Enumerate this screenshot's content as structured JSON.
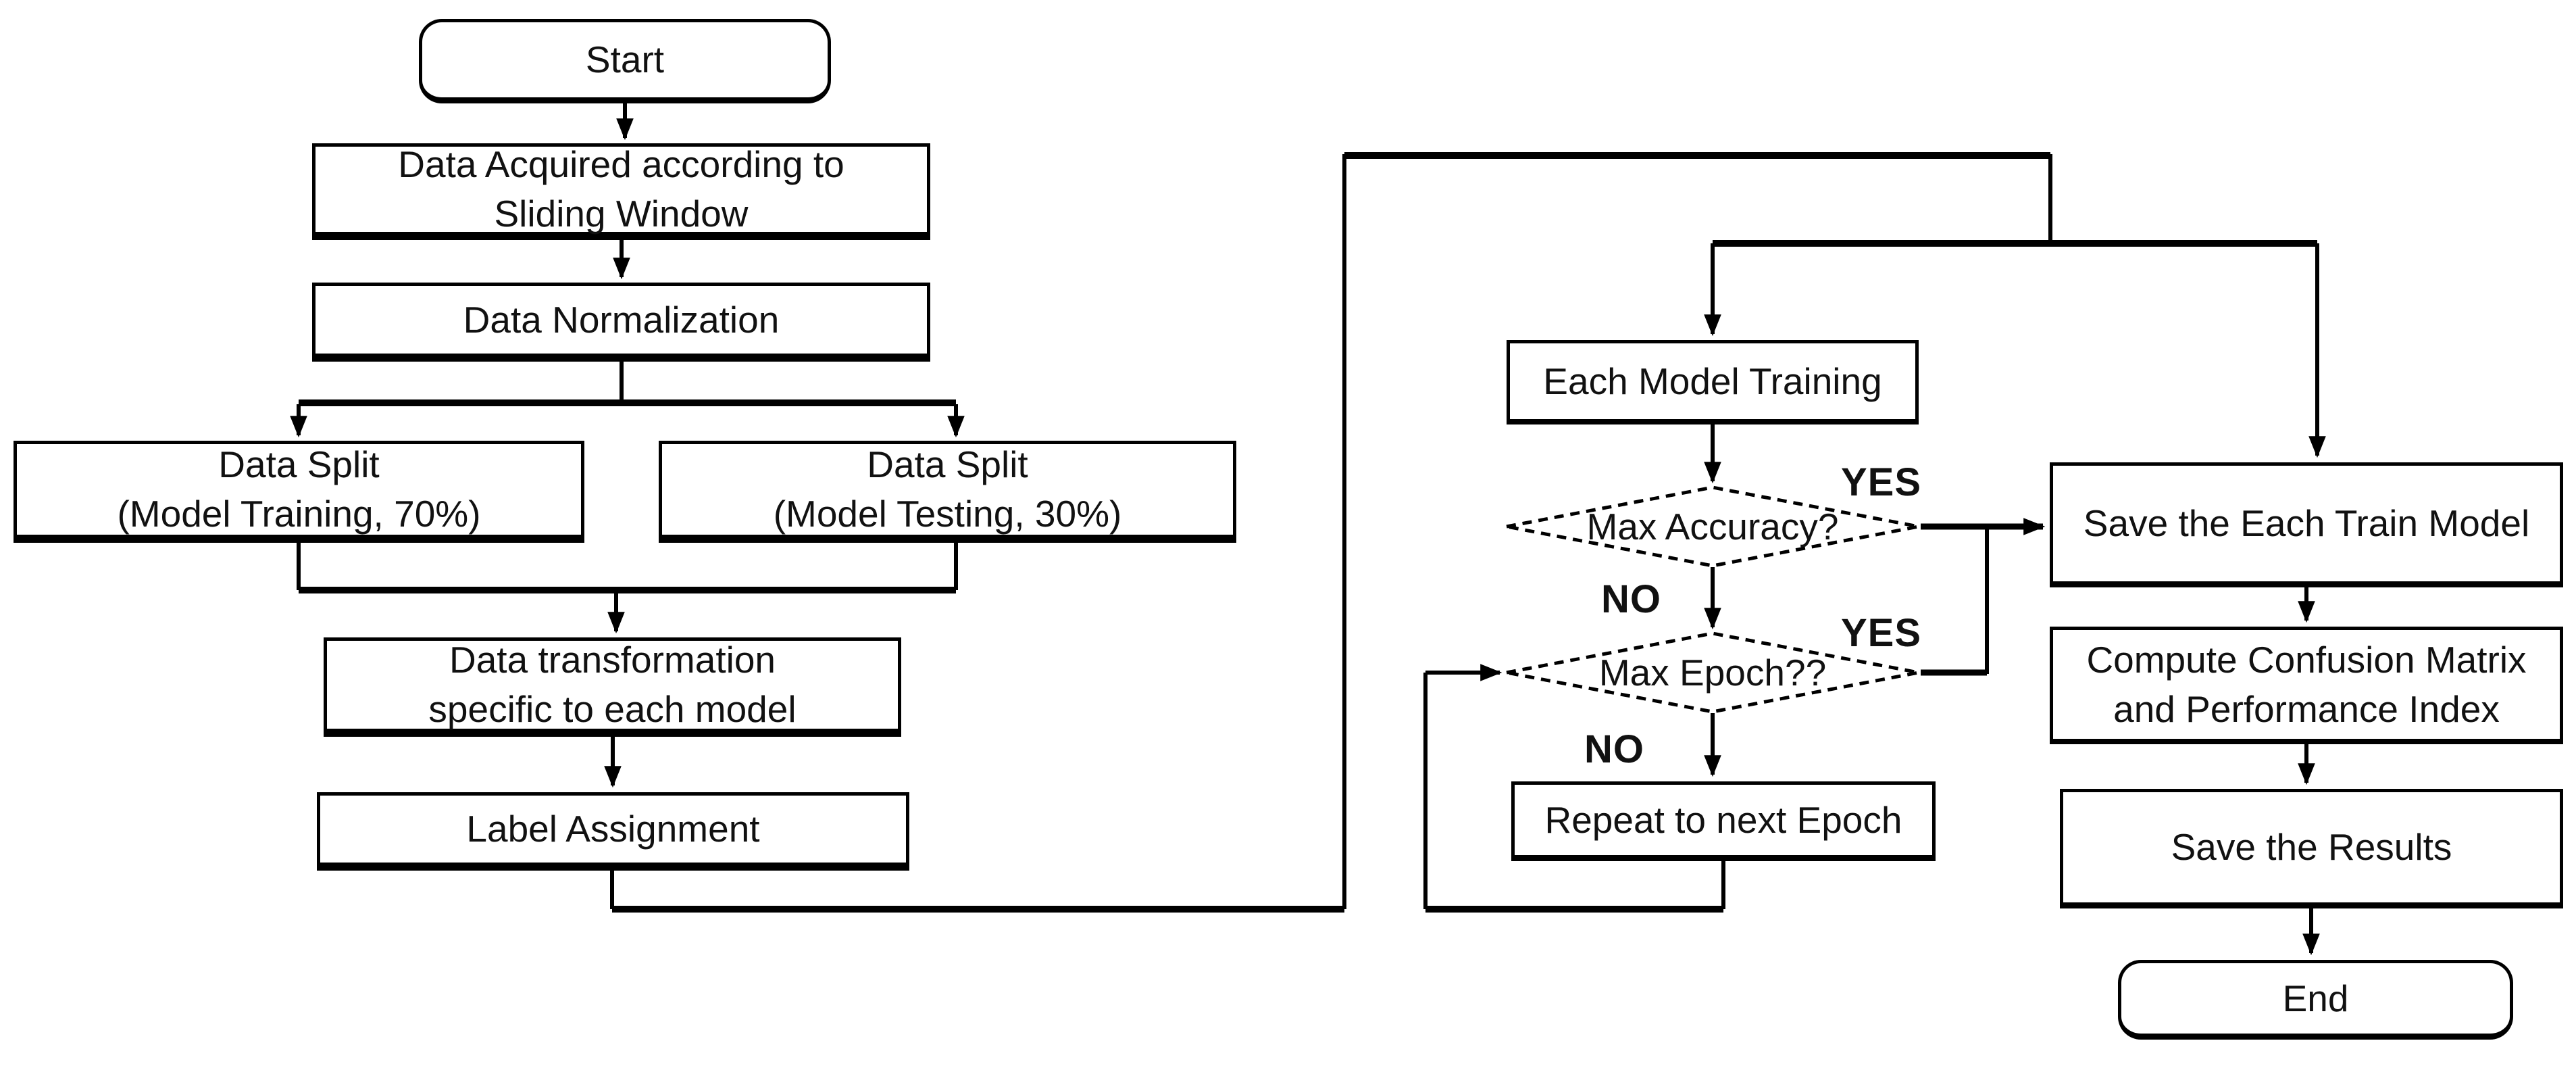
{
  "diagram": {
    "background": "#ffffff",
    "line_color": "#000000",
    "nodes": {
      "start": {
        "label": "Start",
        "shape": "terminator"
      },
      "acquire": {
        "label": "Data Acquired according to\nSliding Window",
        "shape": "process"
      },
      "normalize": {
        "label": "Data Normalization",
        "shape": "process"
      },
      "split_train": {
        "label": "Data Split\n(Model Training, 70%)",
        "shape": "process"
      },
      "split_test": {
        "label": "Data Split\n(Model Testing, 30%)",
        "shape": "process"
      },
      "transform": {
        "label": "Data transformation\nspecific to each model",
        "shape": "process"
      },
      "label_assign": {
        "label": "Label Assignment",
        "shape": "process"
      },
      "each_training": {
        "label": "Each Model Training",
        "shape": "process"
      },
      "max_accuracy": {
        "label": "Max Accuracy?",
        "shape": "decision"
      },
      "max_epoch": {
        "label": "Max Epoch??",
        "shape": "decision"
      },
      "repeat_epoch": {
        "label": "Repeat to next Epoch",
        "shape": "process"
      },
      "save_model": {
        "label": "Save the Each Train Model",
        "shape": "process"
      },
      "compute_metrics": {
        "label": "Compute Confusion Matrix\nand Performance Index",
        "shape": "process"
      },
      "save_results": {
        "label": "Save the Results",
        "shape": "process"
      },
      "end": {
        "label": "End",
        "shape": "terminator"
      }
    },
    "edge_labels": {
      "accuracy_yes": "YES",
      "accuracy_no": "NO",
      "epoch_yes": "YES",
      "epoch_no": "NO"
    }
  }
}
